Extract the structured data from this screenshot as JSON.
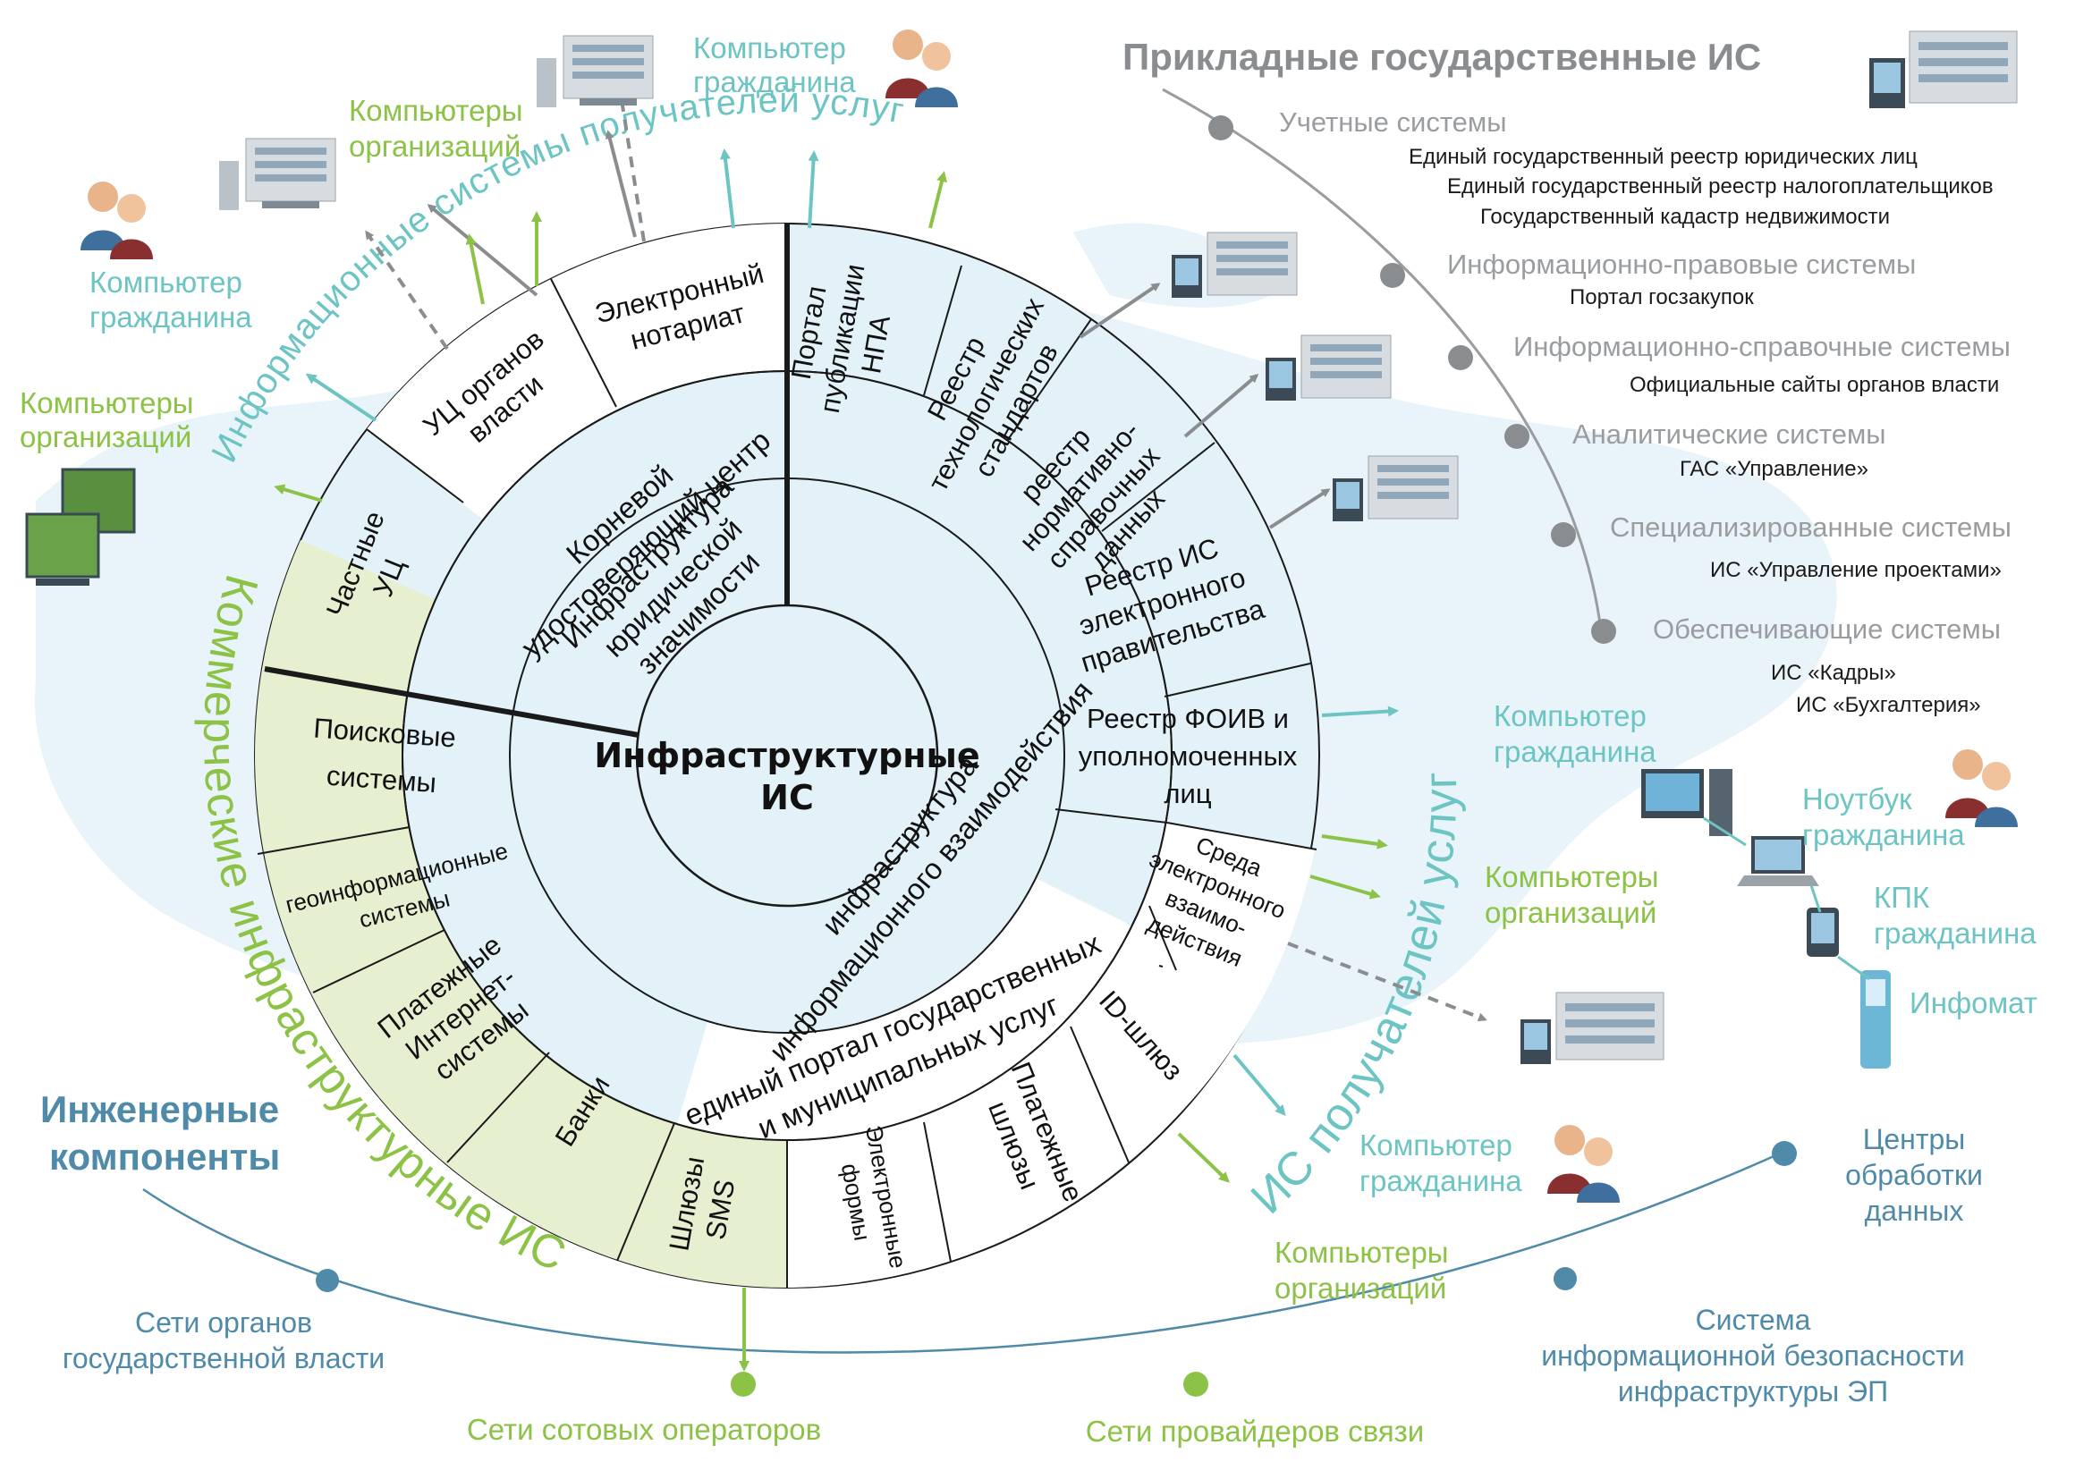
{
  "core": {
    "line1": "Инфраструктурные",
    "line2": "ИС"
  },
  "inner_ring": {
    "legal_infra": [
      "Инфраструктура",
      "юридической",
      "значимости"
    ],
    "interaction_infra": [
      "инфраструктура",
      "информационного взаимодействия"
    ],
    "root_ca": [
      "Корневой",
      "удостоверяющий центр"
    ],
    "portal": [
      "единый портал государственных",
      "и муниципальных услуг"
    ]
  },
  "wedges": {
    "private_ca": [
      "Частные",
      "УЦ"
    ],
    "gov_ca": [
      "УЦ органов",
      "власти"
    ],
    "notary": [
      "Электронный",
      "нотариат"
    ],
    "npa_portal": [
      "Портал",
      "публикации",
      "НПА"
    ],
    "tech_standards": [
      "Реестр",
      "технологических",
      "стандартов"
    ],
    "nsi_registry": [
      "реестр",
      "нормативно-",
      "справочных",
      "данных"
    ],
    "egov_registry": [
      "Реестр ИС",
      "электронного",
      "правительства"
    ],
    "foiv_registry": [
      "Реестр ФОИВ и",
      "уполномоченных",
      "лиц"
    ],
    "interaction_env": [
      "Среда",
      "электронного",
      "взаимо-",
      "действия"
    ],
    "id_gateway": [
      "ID-шлюз"
    ],
    "payment_gateways": [
      "Платежные",
      "шлюзы"
    ],
    "eforms": [
      "Электронные",
      "формы"
    ],
    "sms": [
      "Шлюзы",
      "SMS"
    ],
    "banks": [
      "Банки"
    ],
    "payment_internet": [
      "Платежные",
      "Интернет-",
      "системы"
    ],
    "geo": [
      "геоинформационные",
      "системы"
    ],
    "search": [
      "Поисковые",
      "системы"
    ]
  },
  "arc_titles": {
    "recipients_top": "Информационные системы получателей услуг",
    "commercial": "Коммерческие инфраструктурные ИС",
    "recipients_right": "ИС получателей услуг"
  },
  "top_labels": {
    "citizen_top": [
      "Компьютер",
      "гражданина"
    ],
    "orgs_top": [
      "Компьютеры",
      "организаций"
    ],
    "citizen_left": [
      "Компьютер",
      "гражданина"
    ],
    "orgs_left": [
      "Компьютеры",
      "организаций"
    ]
  },
  "right_labels": {
    "citizen_pc": [
      "Компьютер",
      "гражданина"
    ],
    "laptop": [
      "Ноутбук",
      "гражданина"
    ],
    "pda": [
      "КПК",
      "гражданина"
    ],
    "infomat": [
      "Инфомат"
    ],
    "orgs_mid": [
      "Компьютеры",
      "организаций"
    ],
    "citizen_low": [
      "Компьютер",
      "гражданина"
    ],
    "orgs_low": [
      "Компьютеры",
      "организаций"
    ]
  },
  "applied": {
    "title": "Прикладные государственные ИС",
    "groups": [
      {
        "name": "Учетные системы",
        "items": [
          "Единый государственный реестр юридических лиц",
          "Единый государственный реестр налогоплательщиков",
          "Государственный кадастр недвижимости"
        ]
      },
      {
        "name": "Информационно-правовые системы",
        "items": [
          "Портал госзакупок"
        ]
      },
      {
        "name": "Информационно-справочные системы",
        "items": [
          "Официальные сайты органов власти"
        ]
      },
      {
        "name": "Аналитические системы",
        "items": [
          "ГАС «Управление»"
        ]
      },
      {
        "name": "Специализированные системы",
        "items": [
          "ИС «Управление проектами»"
        ]
      },
      {
        "name": "Обеспечивающие системы",
        "items": [
          "ИС «Кадры»",
          "ИС «Бухгалтерия»"
        ]
      }
    ]
  },
  "engineering": {
    "title": [
      "Инженерные",
      "компоненты"
    ],
    "nodes": {
      "gov_networks": [
        "Сети органов",
        "государственной власти"
      ],
      "cellular": [
        "Сети сотовых операторов"
      ],
      "providers": [
        "Сети провайдеров связи"
      ],
      "security": [
        "Система",
        "информационной безопасности",
        "инфраструктуры ЭП"
      ],
      "dpc": [
        "Центры",
        "обработки",
        "данных"
      ]
    }
  },
  "colors": {
    "teal": "#6cc4c3",
    "green": "#8cc246",
    "light_blue": "#e3f2f9",
    "light_green": "#e6efcf",
    "grey": "#8a8d90",
    "blue": "#4f8aa8"
  }
}
